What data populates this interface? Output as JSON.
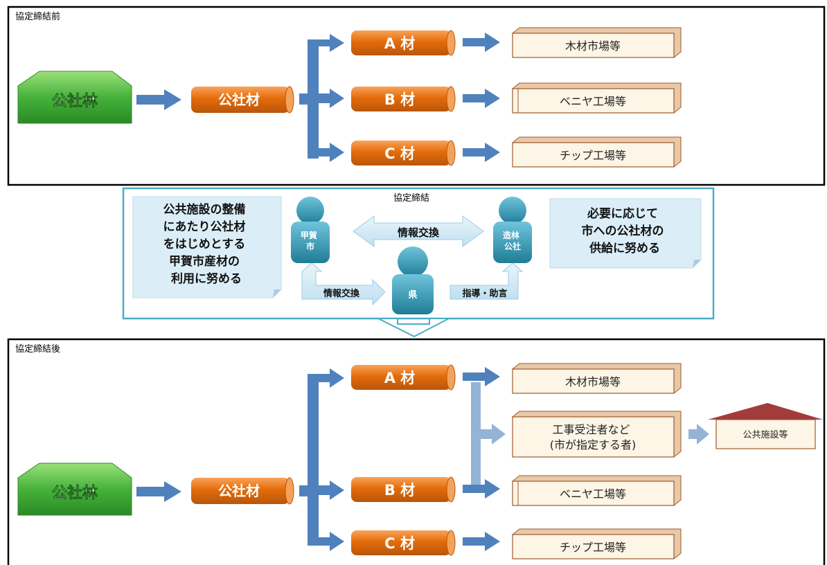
{
  "top_panel": {
    "title": "協定締結前",
    "source_label": "公社林",
    "material_label": "公社材",
    "grades": {
      "a": "A 材",
      "b": "B 材",
      "c": "C 材"
    },
    "destinations": {
      "a": "木材市場等",
      "b": "ベニヤ工場等",
      "c": "チップ工場等"
    }
  },
  "middle_panel": {
    "title": "協定締結",
    "city_note": "公共施設の整備\nにあたり公社材\nをはじめとする\n甲賀市産材の\n利用に努める",
    "corp_note": "必要に応じて\n市への公社材の\n供給に努める",
    "city_label": "甲賀\n市",
    "corp_label": "造林\n公社",
    "pref_label": "県",
    "exchange_top": "情報交換",
    "exchange_bottom": "情報交換",
    "guidance": "指導・助言"
  },
  "bottom_panel": {
    "title": "協定締結後",
    "source_label": "公社林",
    "material_label": "公社材",
    "grades": {
      "a": "A 材",
      "b": "B 材",
      "c": "C 材"
    },
    "destinations": {
      "a": "木材市場等",
      "contractor": "工事受注者など\n(市が指定する者)",
      "b": "ベニヤ工場等",
      "c": "チップ工場等"
    },
    "public_facility": "公共施設等"
  },
  "colors": {
    "arrow_blue": "#4f81bd",
    "arrow_light": "#95b3d7",
    "orange": "#e46c0a",
    "green": "#3aa534",
    "teal_person": "#31859c",
    "note_bg": "#dbeef8",
    "box_bg": "#fdf5e6",
    "box_border": "#9c5a2a",
    "roof": "#a23c3c"
  }
}
